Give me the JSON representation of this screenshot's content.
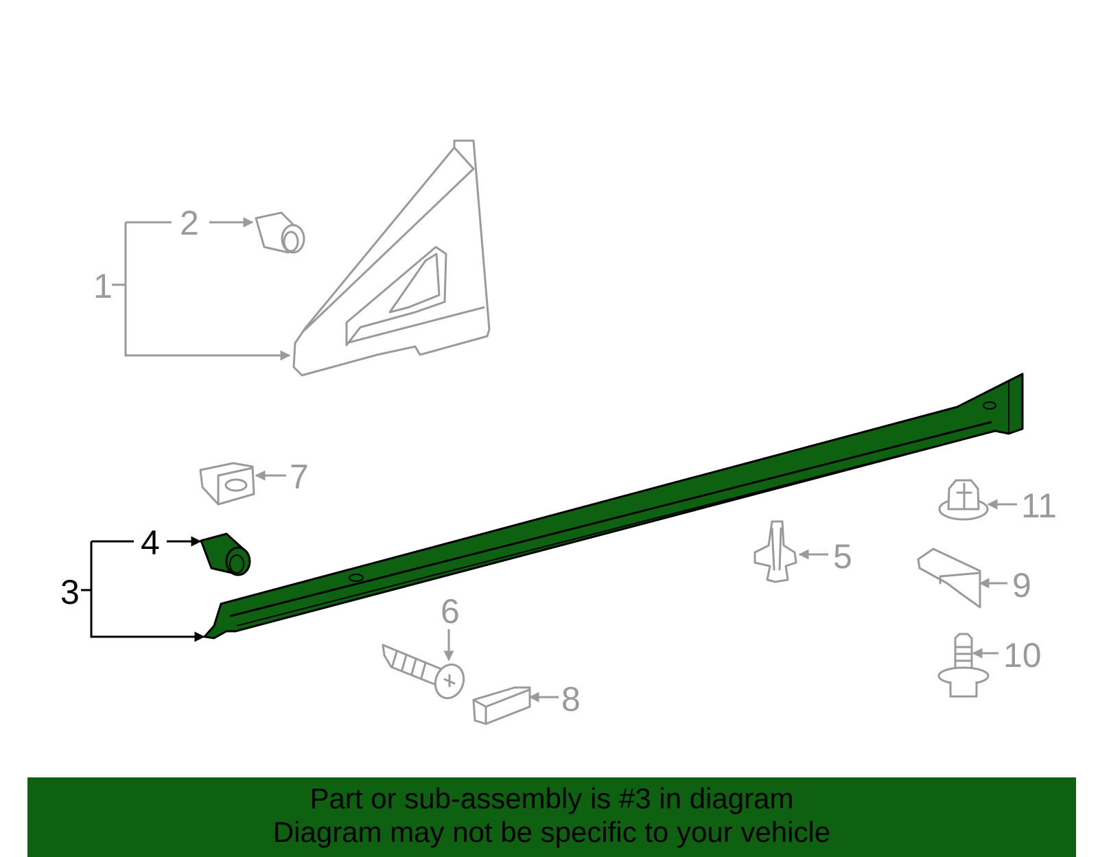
{
  "diagram": {
    "callouts": [
      {
        "id": "1",
        "label": "1",
        "highlighted": false
      },
      {
        "id": "2",
        "label": "2",
        "highlighted": false
      },
      {
        "id": "3",
        "label": "3",
        "highlighted": true
      },
      {
        "id": "4",
        "label": "4",
        "highlighted": true
      },
      {
        "id": "5",
        "label": "5",
        "highlighted": false
      },
      {
        "id": "6",
        "label": "6",
        "highlighted": false
      },
      {
        "id": "7",
        "label": "7",
        "highlighted": false
      },
      {
        "id": "8",
        "label": "8",
        "highlighted": false
      },
      {
        "id": "9",
        "label": "9",
        "highlighted": false
      },
      {
        "id": "10",
        "label": "10",
        "highlighted": false
      },
      {
        "id": "11",
        "label": "11",
        "highlighted": false
      }
    ],
    "colors": {
      "highlight_part": "#0e6110",
      "part_outline": "#9a9a9a",
      "banner_bg": "#0e6110"
    }
  },
  "banner": {
    "line1": "Part or sub-assembly is #3 in diagram",
    "line2": "Diagram may not be specific to your vehicle"
  }
}
